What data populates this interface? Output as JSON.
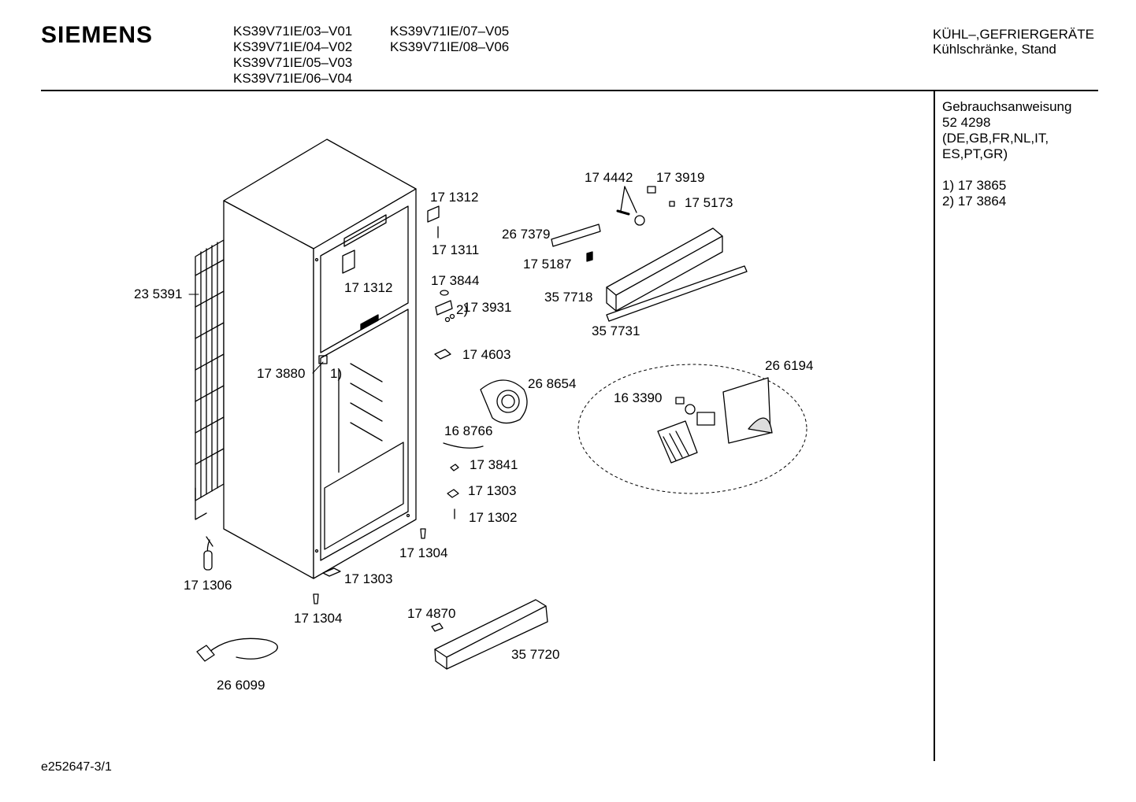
{
  "header": {
    "brand": "SIEMENS",
    "models_col1": [
      "KS39V71IE/03–V01",
      "KS39V71IE/04–V02",
      "KS39V71IE/05–V03",
      "KS39V71IE/06–V04"
    ],
    "models_col2": [
      "KS39V71IE/07–V05",
      "KS39V71IE/08–V06"
    ],
    "category_line1": "KÜHL–,GEFRIERGERÄTE",
    "category_line2": "Kühlschränke, Stand"
  },
  "sidebar": {
    "manual_title": "Gebrauchsanweisung",
    "manual_number": "52 4298",
    "languages_1": "(DE,GB,FR,NL,IT,",
    "languages_2": "ES,PT,GR)",
    "note_1": "1) 17 3865",
    "note_2": "2) 17 3864"
  },
  "parts": {
    "p235391": "23 5391",
    "p171312a": "17 1312",
    "p171311": "17 1311",
    "p171312b": "17 1312",
    "p173844": "17 3844",
    "p173931": "17 3931",
    "ref2": "2)",
    "p174603": "17 4603",
    "p173880": "17 3880",
    "ref1": "1)",
    "p174442": "17 4442",
    "p173919": "17 3919",
    "p175173": "17 5173",
    "p267379": "26 7379",
    "p175187": "17 5187",
    "p357718": "35 7718",
    "p357731": "35 7731",
    "p266194": "26 6194",
    "p268654": "26 8654",
    "p163390": "16 3390",
    "p168766": "16 8766",
    "p173841": "17 3841",
    "p171303a": "17 1303",
    "p171302": "17 1302",
    "p171304a": "17 1304",
    "p171306": "17 1306",
    "p171303b": "17 1303",
    "p171304b": "17 1304",
    "p174870": "17 4870",
    "p357720": "35 7720",
    "p266099": "26 6099"
  },
  "footer": {
    "doc_id": "e252647-3/1"
  }
}
